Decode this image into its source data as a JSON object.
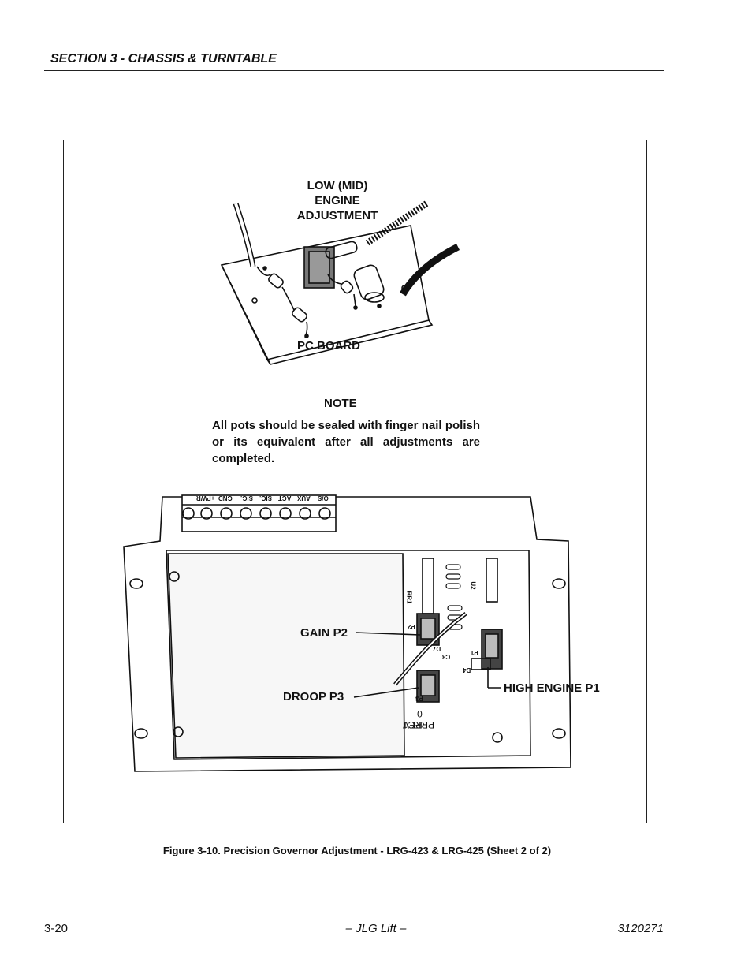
{
  "header": {
    "section_title": "SECTION 3 - CHASSIS & TURNTABLE"
  },
  "figure": {
    "labels": {
      "low_mid_engine": [
        "LOW (MID)",
        "ENGINE",
        "ADJUSTMENT"
      ],
      "pc_board": "PC BOARD",
      "gain": "GAIN P2",
      "droop": "DROOP P3",
      "high_engine": "HIGH ENGINE P1"
    },
    "note": {
      "title": "NOTE",
      "text": "All pots should be sealed with finger nail polish or its equivalent after all adjustments are completed."
    },
    "terminals": [
      "+PWR",
      "GND",
      "SIG.",
      "SIG.",
      "ACT",
      "AUX",
      "O/S"
    ],
    "board_markings": [
      "RR1",
      "P2",
      "D7",
      "C8",
      "P1",
      "D4",
      "U2",
      "P3",
      "REV 0",
      "PREC1"
    ]
  },
  "caption": "Figure 3-10.  Precision Governor Adjustment - LRG-423 & LRG-425 (Sheet 2 of 2)",
  "footer": {
    "page_number": "3-20",
    "center": "– JLG Lift –",
    "doc_number": "3120271"
  }
}
